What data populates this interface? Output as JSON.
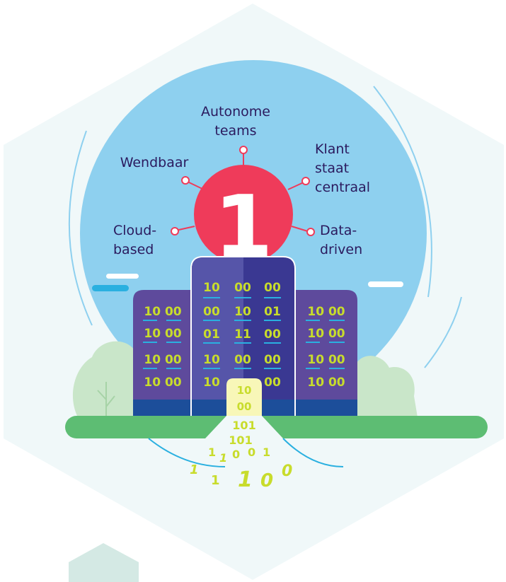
{
  "center_number": "1",
  "labels": {
    "autonome_line1": "Autonome",
    "autonome_line2": "teams",
    "wendbaar": "Wendbaar",
    "klant_line1": "Klant",
    "klant_line2": "staat",
    "klant_line3": "centraal",
    "cloud_line1": "Cloud-",
    "cloud_line2": "based",
    "data_line1": "Data-",
    "data_line2": "driven"
  },
  "codes": {
    "left": [
      "10 00",
      "10 00",
      "10 00",
      "10 00"
    ],
    "right": [
      "10 00",
      "10 00",
      "10 00",
      "10 00"
    ],
    "center": [
      [
        "10",
        "00",
        "00"
      ],
      [
        "00",
        "10",
        "01"
      ],
      [
        "01",
        "11",
        "00"
      ],
      [
        "10",
        "00",
        "00"
      ],
      [
        "10",
        "",
        "00"
      ]
    ],
    "door": [
      "10",
      "00"
    ],
    "stream": [
      "101",
      "101",
      "1",
      "1",
      "0",
      "0",
      "1",
      "1",
      "1",
      "1",
      "0",
      "0"
    ]
  },
  "colors": {
    "hexagon": "#f0f8f9",
    "sky_circle": "#8ed0ef",
    "sun": "#ef3b5a",
    "building_side": "#5e4a9c",
    "building_center": "#3a3892",
    "building_base": "#1c4e9a",
    "code_text": "#c8dc2c",
    "ground": "#5dbd73",
    "tree": "#c9e6c9"
  }
}
